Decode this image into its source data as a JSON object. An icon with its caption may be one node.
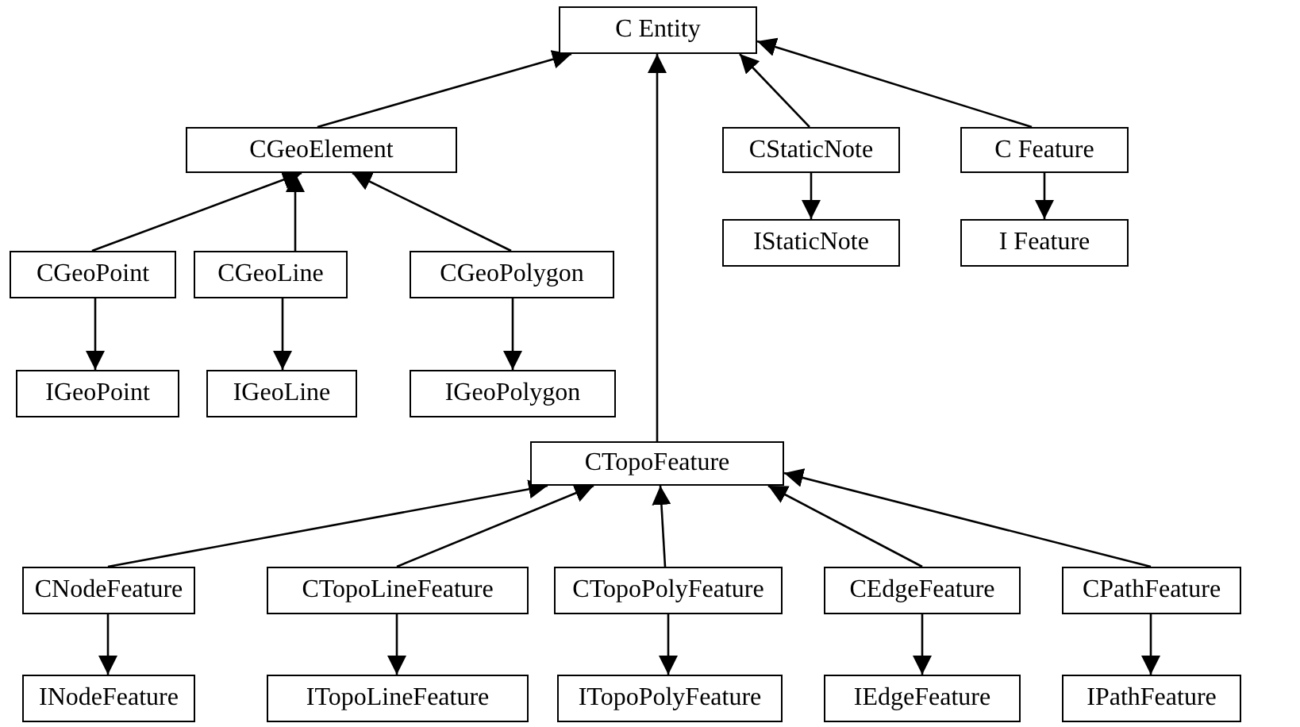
{
  "diagram": {
    "nodes": [
      {
        "text": [
          "C Entity"
        ]
      },
      {
        "text": [
          "CGeoElement"
        ]
      },
      {
        "text": [
          "CStaticNote"
        ]
      },
      {
        "text": [
          "C Feature"
        ]
      },
      {
        "text": [
          "CGeoPoint"
        ]
      },
      {
        "text": [
          "CGeoLine"
        ]
      },
      {
        "text": [
          "CGeoPolygon"
        ]
      },
      {
        "text": [
          "IStaticNote"
        ]
      },
      {
        "text": [
          "I Feature"
        ]
      },
      {
        "text": [
          "IGeoPoint"
        ]
      },
      {
        "text": [
          "IGeoLine"
        ]
      },
      {
        "text": [
          "IGeoPolygon"
        ]
      },
      {
        "text": [
          "CTopoFeature"
        ]
      },
      {
        "text": [
          "CNodeFeature"
        ]
      },
      {
        "text": [
          "CTopoLineFeature"
        ]
      },
      {
        "text": [
          "CTopoPolyFeature"
        ]
      },
      {
        "text": [
          "CEdgeFeature"
        ]
      },
      {
        "text": [
          "CPathFeature"
        ]
      },
      {
        "text": [
          "INodeFeature"
        ]
      },
      {
        "text": [
          "ITopoLineFeature"
        ]
      },
      {
        "text": [
          "ITopoPolyFeature"
        ]
      },
      {
        "text": [
          "IEdgeFeature"
        ]
      },
      {
        "text": [
          "IPathFeature"
        ]
      }
    ],
    "edges": [
      {
        "from": 1,
        "to": 0,
        "arrow": "to"
      },
      {
        "from": 12,
        "to": 0,
        "arrow": "to"
      },
      {
        "from": 2,
        "to": 0,
        "arrow": "to"
      },
      {
        "from": 3,
        "to": 0,
        "arrow": "to"
      },
      {
        "from": 4,
        "to": 1,
        "arrow": "to"
      },
      {
        "from": 5,
        "to": 1,
        "arrow": "to"
      },
      {
        "from": 6,
        "to": 1,
        "arrow": "to"
      },
      {
        "from": 2,
        "to": 7,
        "arrow": "to"
      },
      {
        "from": 3,
        "to": 8,
        "arrow": "to"
      },
      {
        "from": 4,
        "to": 9,
        "arrow": "to"
      },
      {
        "from": 5,
        "to": 10,
        "arrow": "to"
      },
      {
        "from": 6,
        "to": 11,
        "arrow": "to"
      },
      {
        "from": 13,
        "to": 12,
        "arrow": "to"
      },
      {
        "from": 14,
        "to": 12,
        "arrow": "to"
      },
      {
        "from": 15,
        "to": 12,
        "arrow": "to"
      },
      {
        "from": 16,
        "to": 12,
        "arrow": "to"
      },
      {
        "from": 17,
        "to": 12,
        "arrow": "to"
      },
      {
        "from": 13,
        "to": 18,
        "arrow": "to"
      },
      {
        "from": 14,
        "to": 19,
        "arrow": "to"
      },
      {
        "from": 15,
        "to": 20,
        "arrow": "to"
      },
      {
        "from": 16,
        "to": 21,
        "arrow": "to"
      },
      {
        "from": 17,
        "to": 22,
        "arrow": "to"
      }
    ]
  }
}
